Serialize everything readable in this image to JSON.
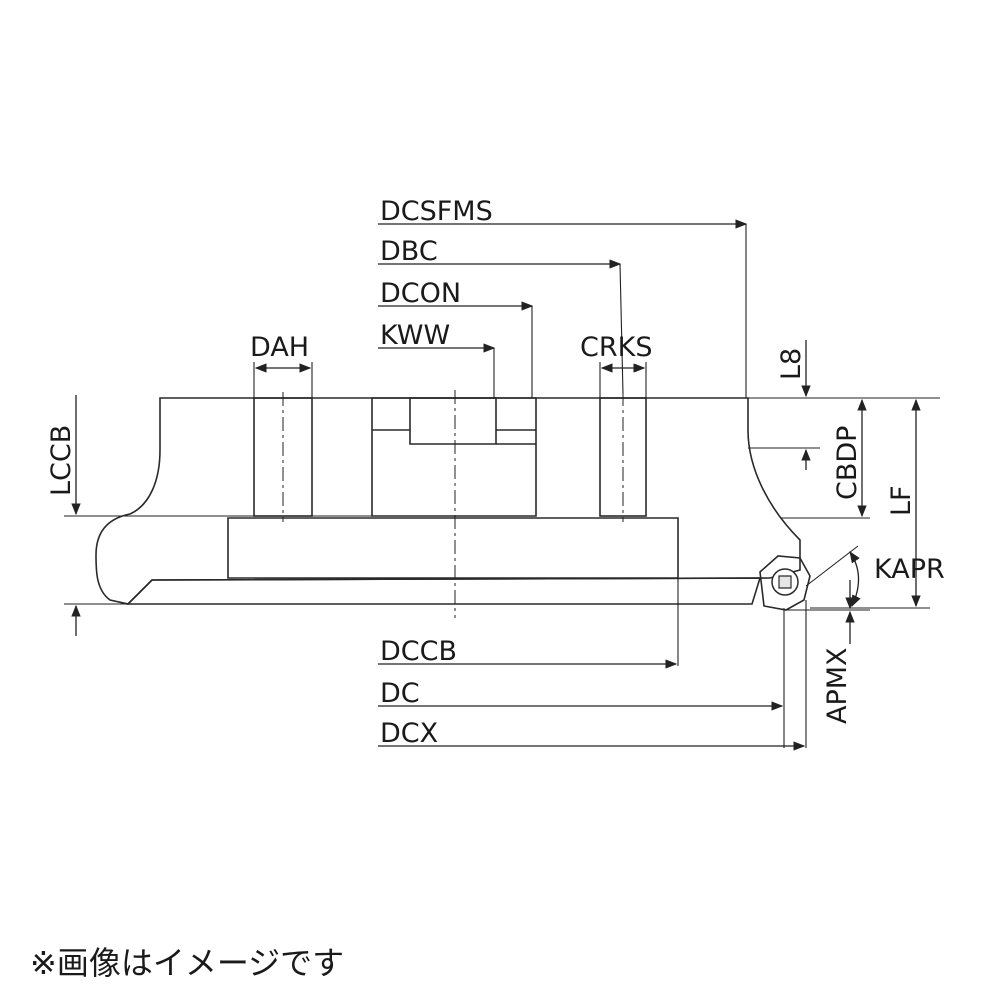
{
  "labels": {
    "dcsfms": "DCSFMS",
    "dbc": "DBC",
    "dcon": "DCON",
    "kww": "KWW",
    "dah": "DAH",
    "crks": "CRKS",
    "l8": "L8",
    "lccb": "LCCB",
    "cbdp": "CBDP",
    "lf": "LF",
    "kapr": "KAPR",
    "apmx": "APMX",
    "dccb": "DCCB",
    "dc": "DC",
    "dcx": "DCX"
  },
  "note": "※画像はイメージです",
  "colors": {
    "body": "#a8a8ad",
    "section": "#9a9aa0",
    "hatch": "#3a3a3a",
    "insert": "#f2b800",
    "line": "#222222"
  }
}
